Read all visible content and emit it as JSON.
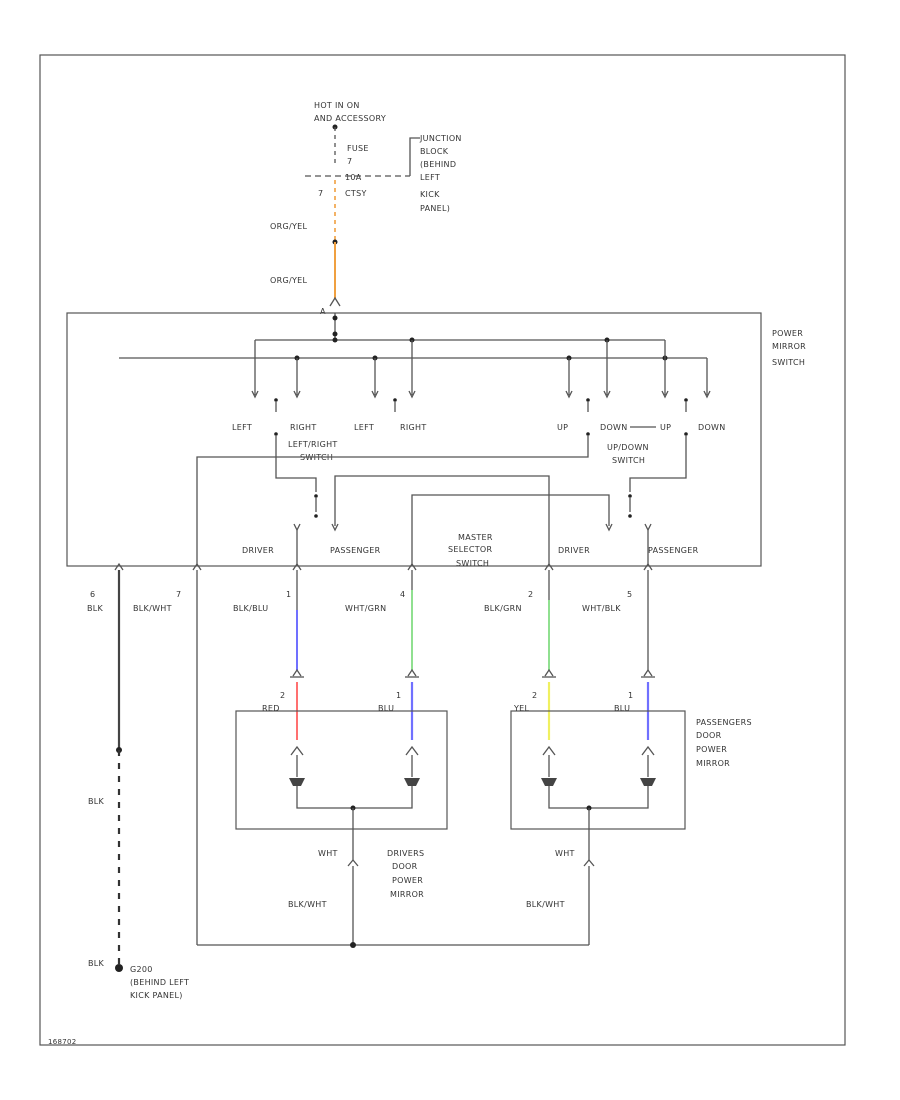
{
  "power_source": {
    "line1": "HOT IN ON",
    "line2": "AND ACCESSORY"
  },
  "fuse": {
    "label1": "FUSE",
    "label2": "7",
    "rating": "10A",
    "circuit": "CTSY"
  },
  "junction_block": {
    "line1": "JUNCTION",
    "line2": "BLOCK",
    "line3": "(BEHIND",
    "line4": "LEFT",
    "line5": "KICK",
    "line6": "PANEL)"
  },
  "feed_wire": {
    "label_top": "ORG/YEL",
    "label_bottom": "ORG/YEL"
  },
  "switch": {
    "name_line1": "POWER",
    "name_line2": "MIRROR",
    "name_line3": "SWITCH",
    "lr": {
      "left": "LEFT",
      "right": "RIGHT",
      "left2": "LEFT",
      "right2": "RIGHT",
      "name1": "LEFT/RIGHT",
      "name2": "SWITCH"
    },
    "ud": {
      "up": "UP",
      "down": "DOWN",
      "up2": "UP",
      "down2": "DOWN",
      "name1": "UP/DOWN",
      "name2": "SWITCH"
    },
    "selector": {
      "driver1": "DRIVER",
      "passenger1": "PASSENGER",
      "driver2": "DRIVER",
      "passenger2": "PASSENGER",
      "name1": "MASTER",
      "name2": "SELECTOR",
      "name3": "SWITCH"
    }
  },
  "pins": [
    {
      "num": "6",
      "wire": "BLK"
    },
    {
      "num": "7",
      "wire": "BLK/WHT"
    },
    {
      "num": "1",
      "wire": "BLK/BLU"
    },
    {
      "num": "4",
      "wire": "WHT/GRN"
    },
    {
      "num": "2",
      "wire": "BLK/GRN"
    },
    {
      "num": "5",
      "wire": "WHT/BLK"
    }
  ],
  "driver_mirror": {
    "pin_a": "2",
    "wire_a": "RED",
    "pin_b": "1",
    "wire_b": "BLU",
    "label1": "DRIVERS",
    "label2": "DOOR",
    "label3": "POWER",
    "label4": "MIRROR",
    "ground_top": "WHT",
    "ground_bottom": "BLK/WHT"
  },
  "passenger_mirror": {
    "pin_a": "2",
    "wire_a": "YEL",
    "pin_b": "1",
    "wire_b": "BLU",
    "label1": "PASSENGERS",
    "label2": "DOOR",
    "label3": "POWER",
    "label4": "MIRROR",
    "ground_top": "WHT",
    "ground_bottom": "BLK/WHT"
  },
  "ground": {
    "wire_mid": "BLK",
    "wire_end": "BLK",
    "name1": "G200",
    "name2": "(BEHIND LEFT",
    "name3": "KICK PANEL)"
  },
  "figure_id": "168702",
  "colors": {
    "orange_wire": "#f0a040",
    "blue_wire": "#7070ff",
    "green_wire": "#90e090",
    "red_wire": "#ff7070",
    "yellow_wire": "#f0f060",
    "line": "#555555"
  }
}
